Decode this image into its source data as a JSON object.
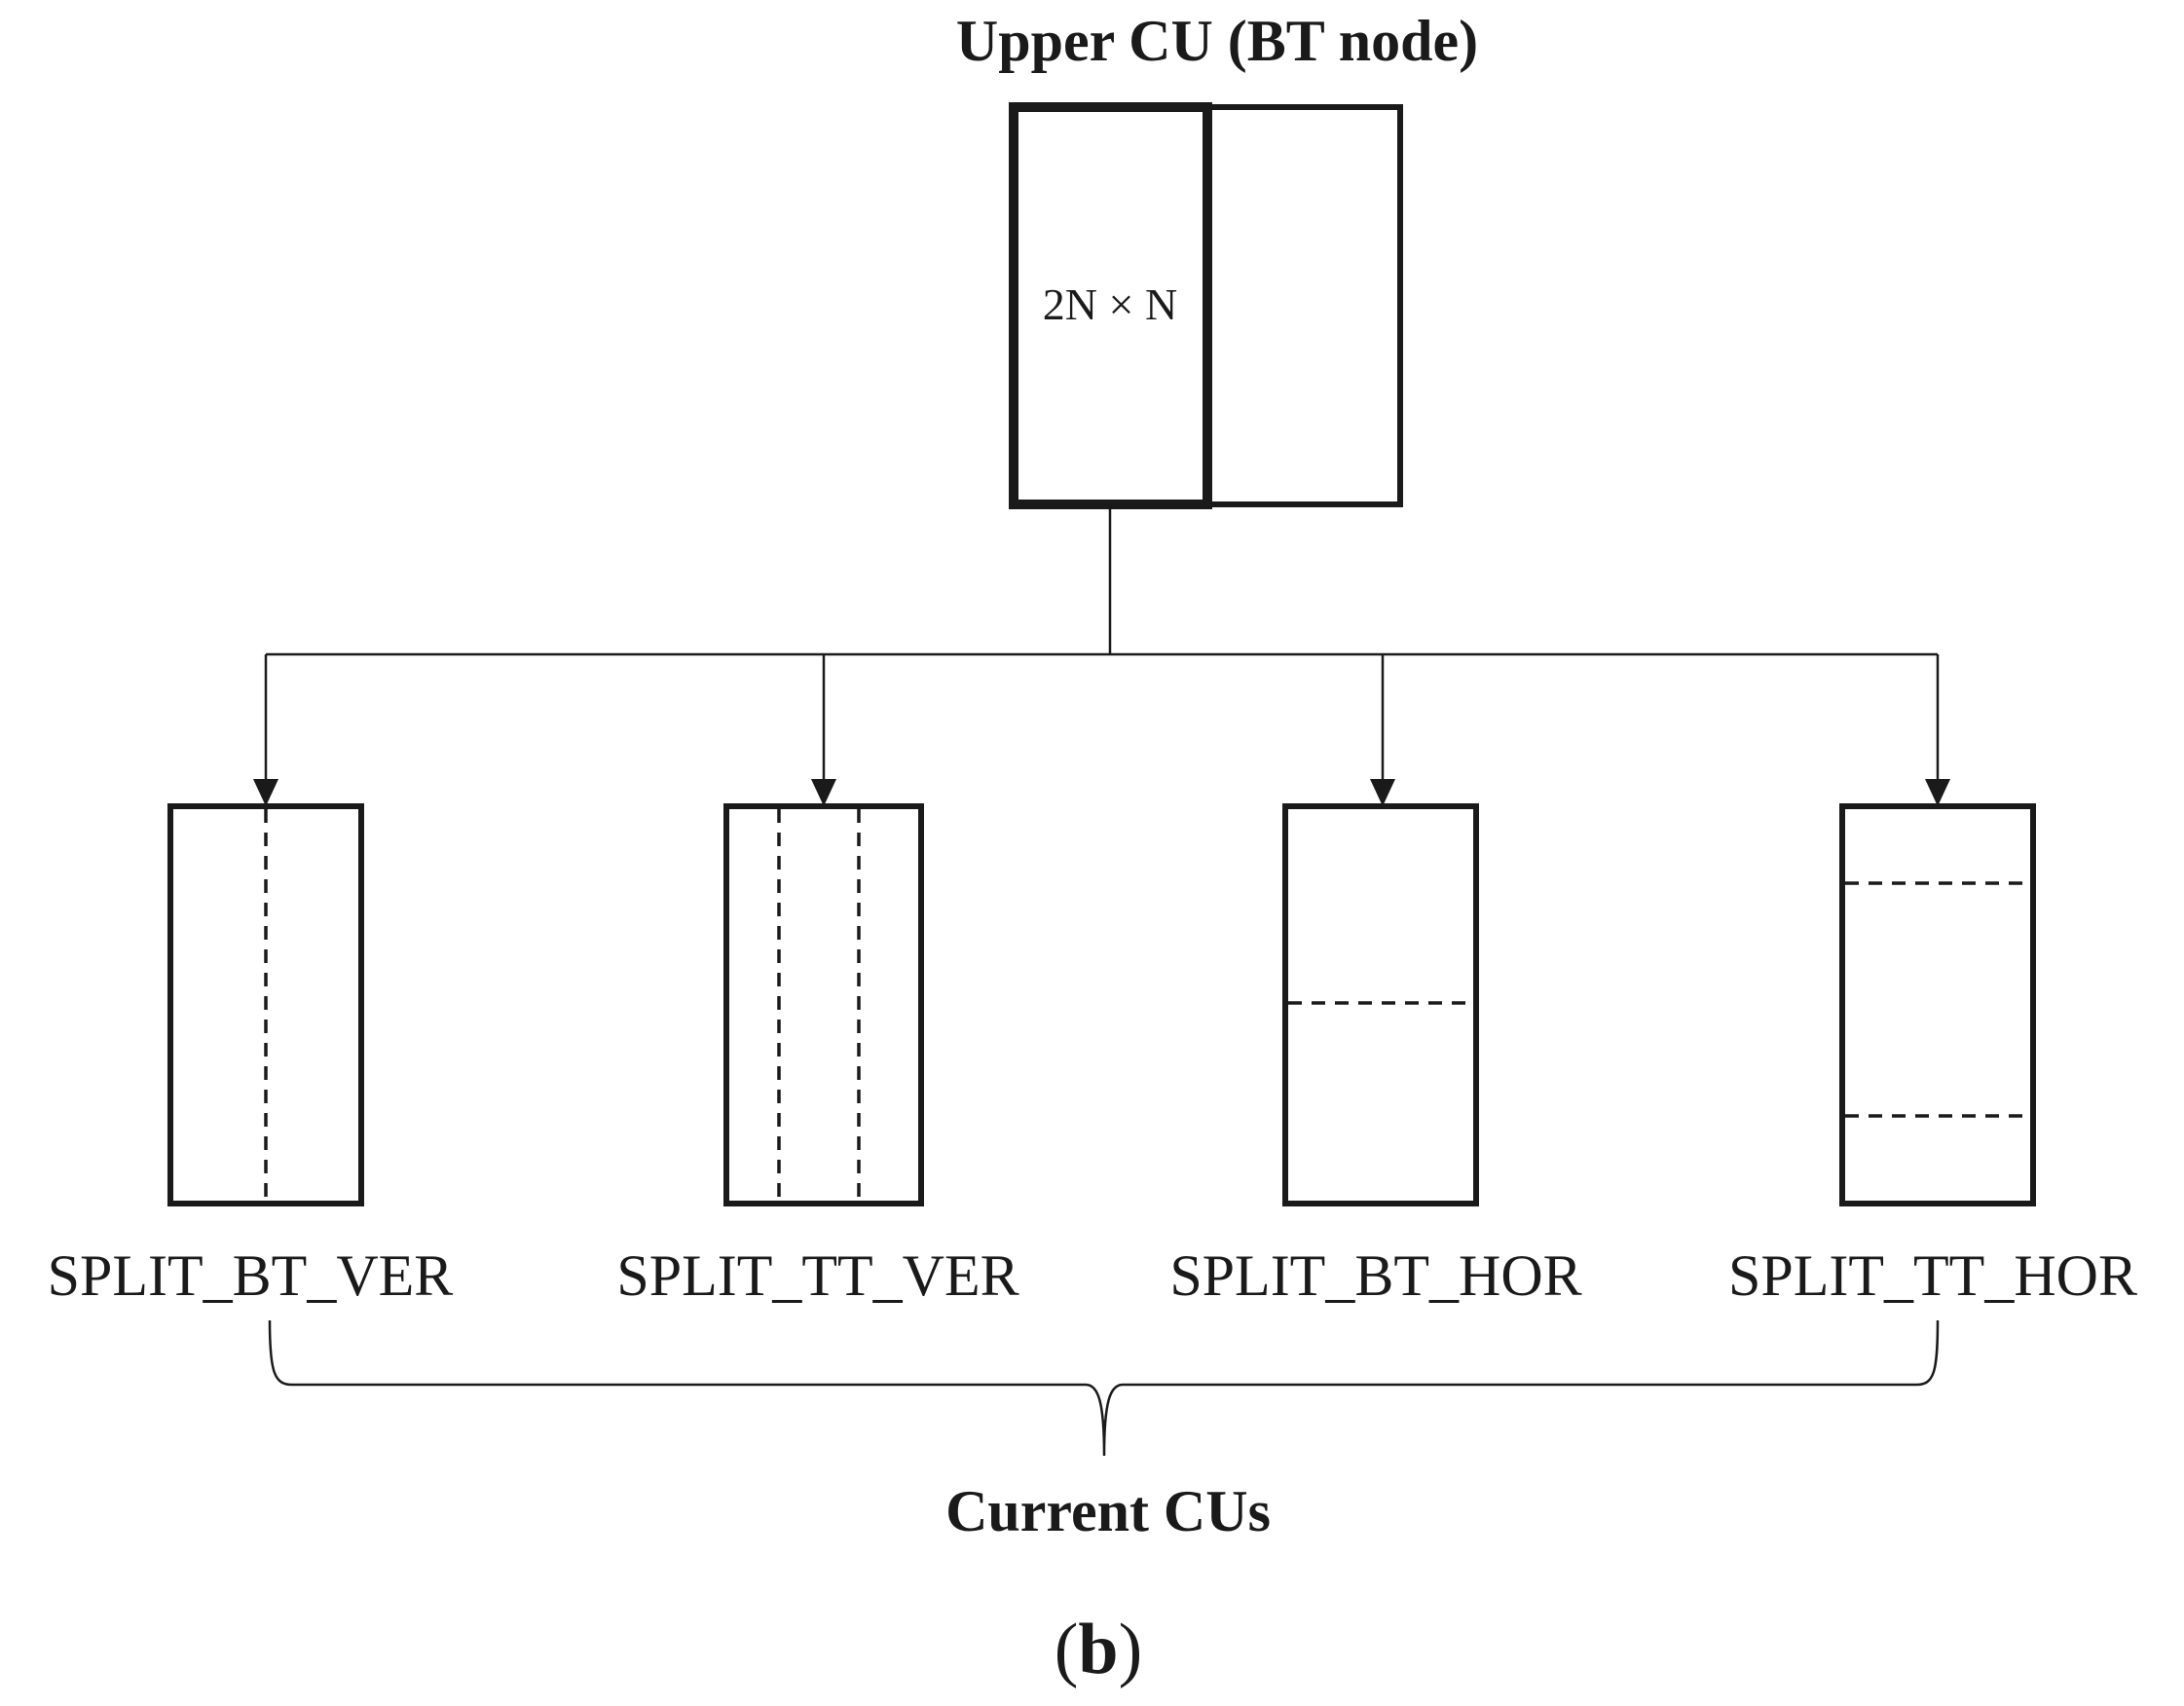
{
  "upper": {
    "title": "Upper CU (BT node)",
    "size_label": "2N × N"
  },
  "splits": [
    {
      "id": "split-bt-ver",
      "label": "SPLIT_BT_VER"
    },
    {
      "id": "split-tt-ver",
      "label": "SPLIT_TT_VER"
    },
    {
      "id": "split-bt-hor",
      "label": "SPLIT_BT_HOR"
    },
    {
      "id": "split-tt-hor",
      "label": "SPLIT_TT_HOR"
    }
  ],
  "group_label": "Current CUs",
  "subfigure": {
    "open": "(",
    "letter": "b",
    "close": ")"
  }
}
